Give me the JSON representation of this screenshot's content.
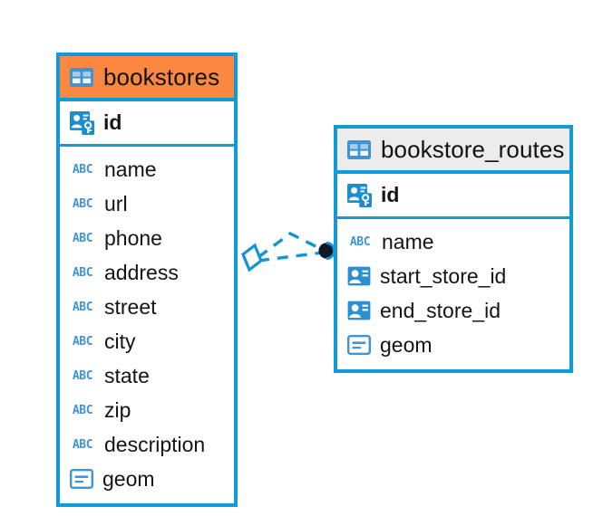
{
  "diagram": {
    "kind": "entity-relationship-diagram",
    "background": "#ffffff",
    "accent_color": "#0f9bd7",
    "highlight_color": "#fb8740",
    "header_plain_color": "#ececec",
    "text_color": "#141414"
  },
  "entities": [
    {
      "name": "bookstores",
      "header_style": "accent",
      "primary_key": {
        "label": "id",
        "icon": "primary-key-icon"
      },
      "fields": [
        {
          "label": "name",
          "icon": "abc-text-icon"
        },
        {
          "label": "url",
          "icon": "abc-text-icon"
        },
        {
          "label": "phone",
          "icon": "abc-text-icon"
        },
        {
          "label": "address",
          "icon": "abc-text-icon"
        },
        {
          "label": "street",
          "icon": "abc-text-icon"
        },
        {
          "label": "city",
          "icon": "abc-text-icon"
        },
        {
          "label": "state",
          "icon": "abc-text-icon"
        },
        {
          "label": "zip",
          "icon": "abc-text-icon"
        },
        {
          "label": "description",
          "icon": "abc-text-icon"
        },
        {
          "label": "geom",
          "icon": "geometry-icon"
        }
      ]
    },
    {
      "name": "bookstore_routes",
      "header_style": "plain",
      "primary_key": {
        "label": "id",
        "icon": "primary-key-icon"
      },
      "fields": [
        {
          "label": "name",
          "icon": "abc-text-icon"
        },
        {
          "label": "start_store_id",
          "icon": "foreign-key-icon"
        },
        {
          "label": "end_store_id",
          "icon": "foreign-key-icon"
        },
        {
          "label": "geom",
          "icon": "geometry-icon"
        }
      ]
    }
  ],
  "relationship": {
    "source_entity": "bookstores",
    "target_entity": "bookstore_routes",
    "source_endpoint": "diamond-endpoint",
    "target_endpoint": "circle-endpoint",
    "line_style": "dashed",
    "line_color": "#1294d6",
    "target_dot_color": "#101828",
    "edge_count": 2
  },
  "icon_glyphs": {
    "abc-text-icon": "ABC",
    "primary-key-icon": "card-person-key",
    "foreign-key-icon": "card-person",
    "geometry-icon": "lines-box",
    "table-icon": "grid"
  }
}
